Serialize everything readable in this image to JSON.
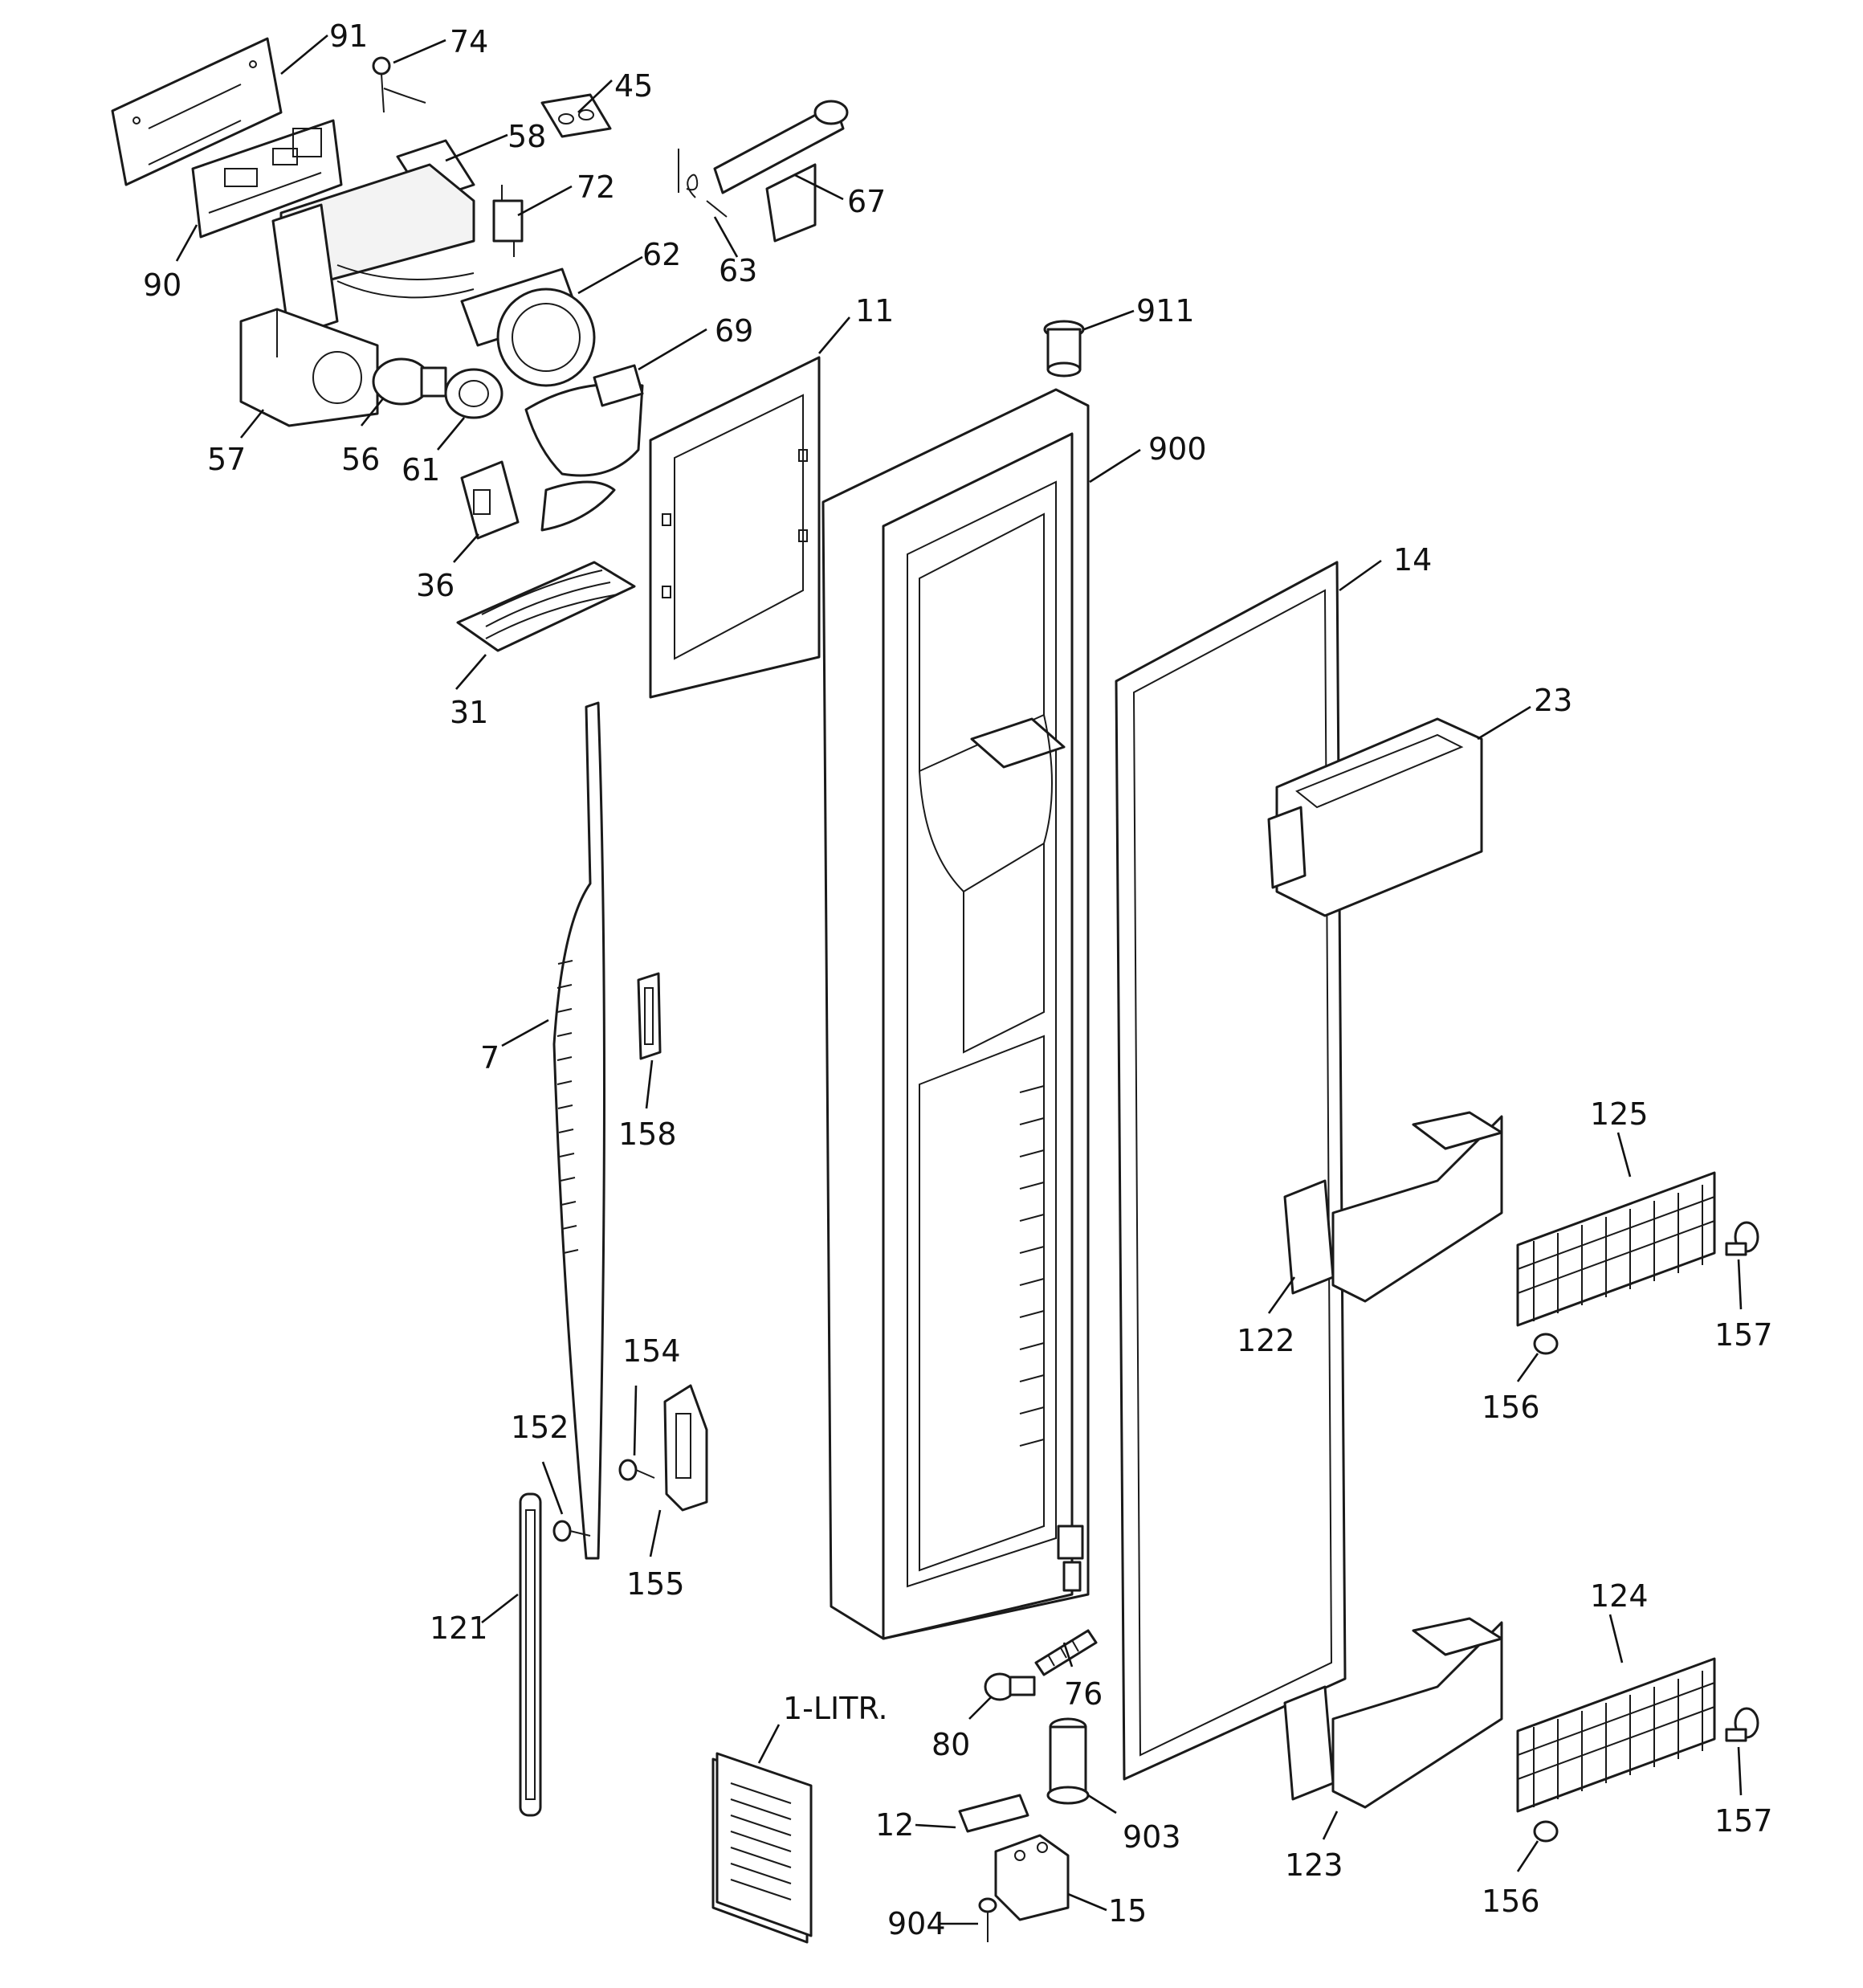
{
  "callouts": [
    {
      "id": "91",
      "text": "91"
    },
    {
      "id": "74",
      "text": "74"
    },
    {
      "id": "45",
      "text": "45"
    },
    {
      "id": "58",
      "text": "58"
    },
    {
      "id": "72",
      "text": "72"
    },
    {
      "id": "67",
      "text": "67"
    },
    {
      "id": "63",
      "text": "63"
    },
    {
      "id": "90",
      "text": "90"
    },
    {
      "id": "62",
      "text": "62"
    },
    {
      "id": "69",
      "text": "69"
    },
    {
      "id": "11",
      "text": "11"
    },
    {
      "id": "911",
      "text": "911"
    },
    {
      "id": "57",
      "text": "57"
    },
    {
      "id": "56",
      "text": "56"
    },
    {
      "id": "61",
      "text": "61"
    },
    {
      "id": "900",
      "text": "900"
    },
    {
      "id": "36",
      "text": "36"
    },
    {
      "id": "14",
      "text": "14"
    },
    {
      "id": "31",
      "text": "31"
    },
    {
      "id": "23",
      "text": "23"
    },
    {
      "id": "7",
      "text": "7"
    },
    {
      "id": "158",
      "text": "158"
    },
    {
      "id": "125",
      "text": "125"
    },
    {
      "id": "122",
      "text": "122"
    },
    {
      "id": "157a",
      "text": "157"
    },
    {
      "id": "156a",
      "text": "156"
    },
    {
      "id": "154",
      "text": "154"
    },
    {
      "id": "152",
      "text": "152"
    },
    {
      "id": "155",
      "text": "155"
    },
    {
      "id": "121",
      "text": "121"
    },
    {
      "id": "76",
      "text": "76"
    },
    {
      "id": "124",
      "text": "124"
    },
    {
      "id": "1-LITR",
      "text": "1-LITR."
    },
    {
      "id": "80",
      "text": "80"
    },
    {
      "id": "12",
      "text": "12"
    },
    {
      "id": "903",
      "text": "903"
    },
    {
      "id": "123",
      "text": "123"
    },
    {
      "id": "157b",
      "text": "157"
    },
    {
      "id": "156b",
      "text": "156"
    },
    {
      "id": "904",
      "text": "904"
    },
    {
      "id": "15",
      "text": "15"
    }
  ]
}
